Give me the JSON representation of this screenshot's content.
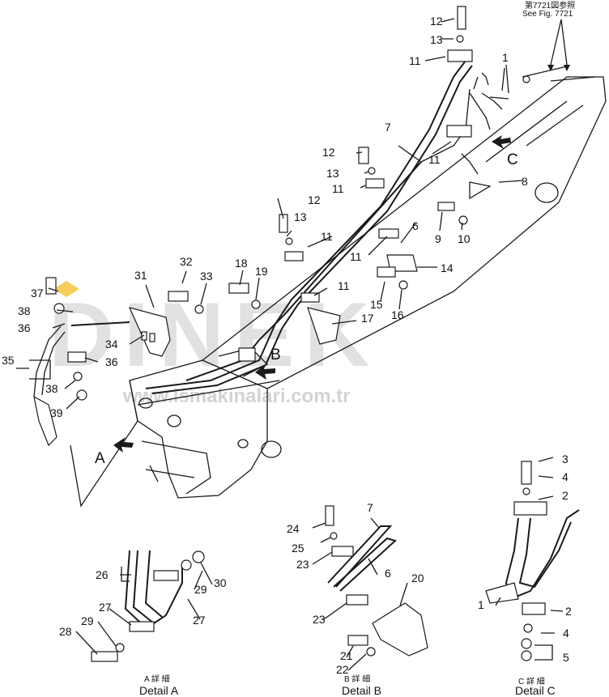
{
  "watermark": {
    "brand": "DINEK",
    "url": "www.ismakinalari.com.tr",
    "brand_color": "#cfcfcf",
    "accent": "#f2c230"
  },
  "ref_note": {
    "jp": "第7721図参照",
    "en": "See Fig. 7721"
  },
  "views": {
    "a": "A",
    "b": "B",
    "c": "C"
  },
  "details": {
    "a": {
      "jp": "A 詳 細",
      "en": "Detail A"
    },
    "b": {
      "jp": "B 詳 細",
      "en": "Detail B"
    },
    "c": {
      "jp": "C 詳 細",
      "en": "Detail C"
    }
  },
  "callouts": {
    "c1": "12",
    "c2": "13",
    "c3": "11",
    "c4": "1",
    "c5": "7",
    "c6": "11",
    "c7": "12",
    "c8": "13",
    "c9": "11",
    "c10": "8",
    "c11": "12",
    "c12": "13",
    "c13": "11",
    "c14": "6",
    "c15": "9",
    "c16": "10",
    "c17": "11",
    "c18": "14",
    "c19": "32",
    "c20": "33",
    "c21": "18",
    "c22": "19",
    "c23": "11",
    "c24": "15",
    "c25": "16",
    "c26": "17",
    "c27": "31",
    "c28": "37",
    "c29": "38",
    "c30": "36",
    "c31": "34",
    "c32": "36",
    "c33": "35",
    "c34": "38",
    "c35": "39",
    "c36": "26",
    "c37": "29",
    "c38": "30",
    "c39": "27",
    "c40": "27",
    "c41": "28",
    "c42": "29",
    "c43": "7",
    "c44": "24",
    "c45": "25",
    "c46": "23",
    "c47": "6",
    "c48": "20",
    "c49": "23",
    "c50": "21",
    "c51": "22",
    "c52": "3",
    "c53": "4",
    "c54": "2",
    "c55": "1",
    "c56": "2",
    "c57": "4",
    "c58": "5"
  }
}
